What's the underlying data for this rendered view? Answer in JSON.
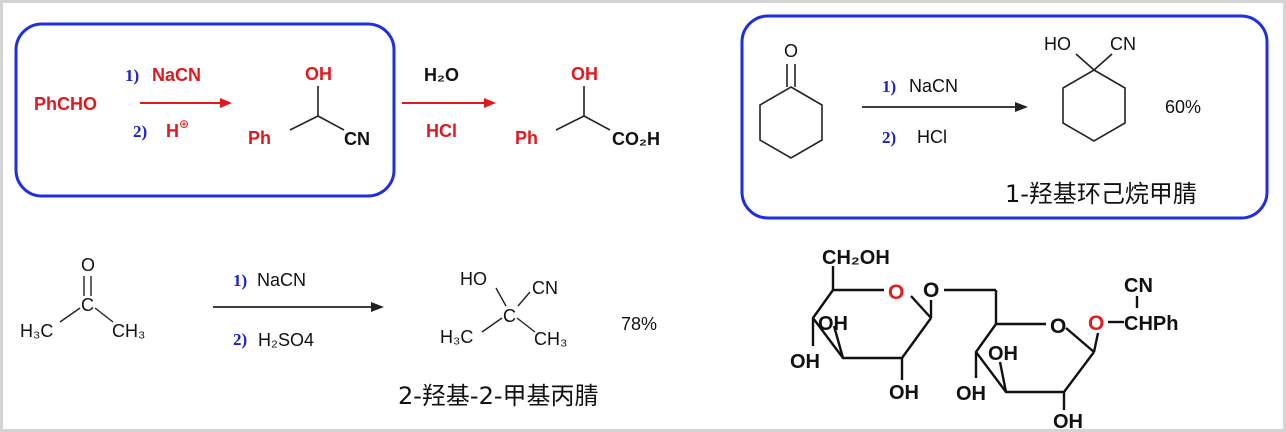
{
  "colors": {
    "red": "#e0191f",
    "blue": "#1a22c8",
    "ink": "#111111",
    "frame": "#d4d4d4",
    "box": "#1f2ee0",
    "oxygen": "#e02020"
  },
  "reaction_1": {
    "reactant": "PhCHO",
    "step1_num": "1)",
    "step1_reagent": "NaCN",
    "step2_num": "2)",
    "step2_reagent": "H",
    "step2_charge": "⊕",
    "intermediate_oh": "OH",
    "intermediate_ph": "Ph",
    "intermediate_cn": "CN",
    "hydrolysis_reagent_top": "H₂O",
    "hydrolysis_reagent_bottom": "HCl",
    "product_oh": "OH",
    "product_ph": "Ph",
    "product_acid": "CO₂H"
  },
  "reaction_2": {
    "step1_num": "1)",
    "step1_reagent": "NaCN",
    "step2_num": "2)",
    "step2_reagent": "HCl",
    "ketone_o": "O",
    "product_ho": "HO",
    "product_cn": "CN",
    "yield": "60%",
    "product_name": "1-羟基环己烷甲腈"
  },
  "reaction_3": {
    "ketone_o": "O",
    "ketone_c": "C",
    "ketone_left": "H₃C",
    "ketone_right": "CH₃",
    "step1_num": "1)",
    "step1_reagent": "NaCN",
    "step2_num": "2)",
    "step2_reagent": "H₂SO4",
    "product_ho": "HO",
    "product_cn": "CN",
    "product_c": "C",
    "product_left": "H₃C",
    "product_right": "CH₃",
    "yield": "78%",
    "product_name": "2-羟基-2-甲基丙腈"
  },
  "glycoside": {
    "ch2oh": "CH₂OH",
    "ring1_o": "O",
    "link_o": "O",
    "ring1_oh_a": "OH",
    "ring1_oh_b": "OH",
    "ring1_oh_c": "OH",
    "ring2_o": "O",
    "aglycone_o": "O",
    "aglycone_cn": "CN",
    "aglycone_chph": "CHPh",
    "ring2_oh_a": "OH",
    "ring2_oh_b": "OH",
    "ring2_oh_c": "OH"
  }
}
